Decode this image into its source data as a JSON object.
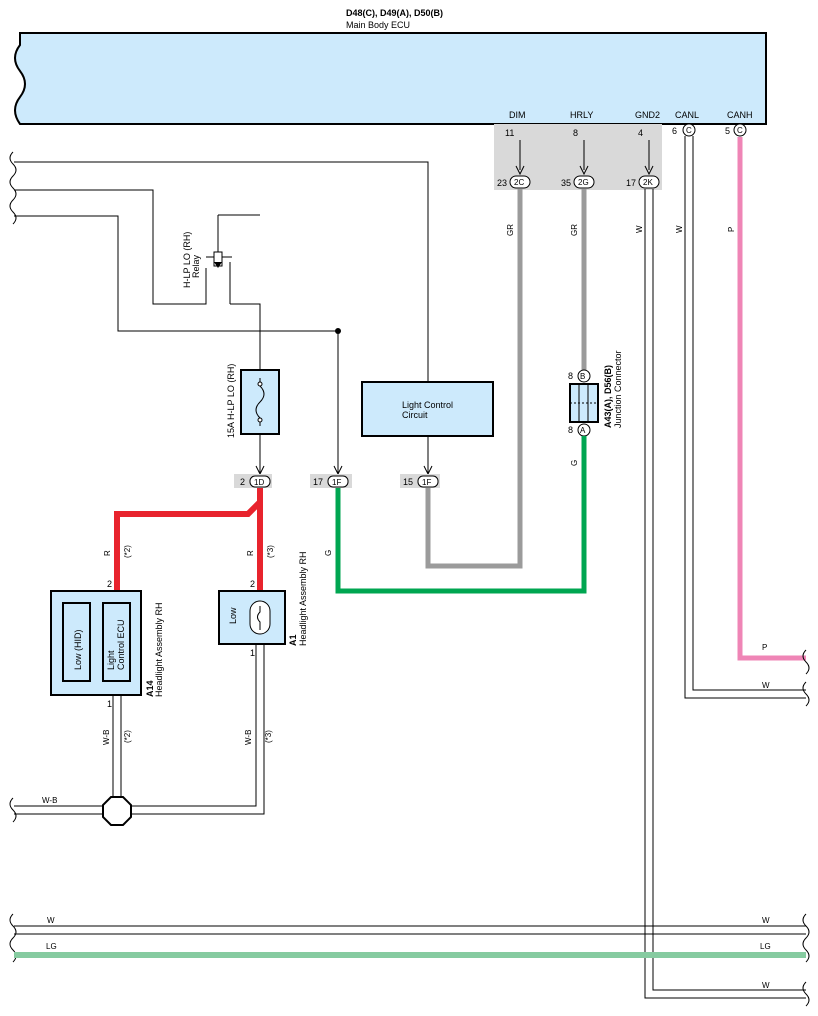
{
  "ecu": {
    "connectors": "D48(C), D49(A), D50(B)",
    "name": "Main Body ECU",
    "pins": [
      {
        "name": "DIM",
        "pin": "11",
        "conn": "2C",
        "conn_pin": "23"
      },
      {
        "name": "HRLY",
        "pin": "8",
        "conn": "2G",
        "conn_pin": "35"
      },
      {
        "name": "GND2",
        "pin": "4",
        "conn": "2K",
        "conn_pin": "17"
      },
      {
        "name": "CANL",
        "pin": "6",
        "conn": "C"
      },
      {
        "name": "CANH",
        "pin": "5",
        "conn": "C"
      }
    ]
  },
  "relay": {
    "name": "H-LP LO (RH)",
    "type": "Relay"
  },
  "fuse": {
    "label": "15A H-LP LO (RH)"
  },
  "light_control": {
    "line1": "Light Control",
    "line2": "Circuit"
  },
  "junction": {
    "id": "A43(A), D56(B)",
    "name": "Junction Connector",
    "pin_top": "8",
    "pin_bottom": "8",
    "conn_top": "B",
    "conn_bottom": "A"
  },
  "connectors": [
    {
      "pin": "2",
      "conn": "1D"
    },
    {
      "pin": "17",
      "conn": "1F"
    },
    {
      "pin": "15",
      "conn": "1F"
    }
  ],
  "headlight_a14": {
    "id": "A14",
    "name": "Headlight Assembly RH",
    "inner1": "Low (HID)",
    "inner2a": "Light",
    "inner2b": "Control ECU",
    "pin_top": "2",
    "pin_bottom": "1"
  },
  "headlight_a1": {
    "id": "A1",
    "name": "Headlight Assembly RH",
    "inner": "Low",
    "pin_top": "2",
    "pin_bottom": "1"
  },
  "wires": {
    "gr1": "GR",
    "gr2": "GR",
    "w_gnd": "W",
    "w_canl": "W",
    "p_canh": "P",
    "g_junc": "G",
    "g_left": "G",
    "r_a14": "R",
    "r_a1": "R",
    "wb_a14": "W-B",
    "wb_a1": "W-B",
    "wb_gnd": "W-B",
    "p_right": "P",
    "w_right_canl": "W",
    "w_bottom1_left": "W",
    "w_bottom1_right": "W",
    "lg_left": "LG",
    "lg_right": "LG",
    "w_bottom3": "W"
  },
  "notes": {
    "a14_r": "(*2)",
    "a1_r": "(*3)",
    "a14_wb": "(*2)",
    "a1_wb": "(*3)"
  },
  "colors": {
    "ecu_fill": "#cdeafc",
    "red": "#e8232d",
    "green": "#00a651",
    "gray": "#9b9b9b",
    "pink": "#ef85b6",
    "light_green": "#86cba0",
    "conn_bg": "#d9d9d9"
  }
}
